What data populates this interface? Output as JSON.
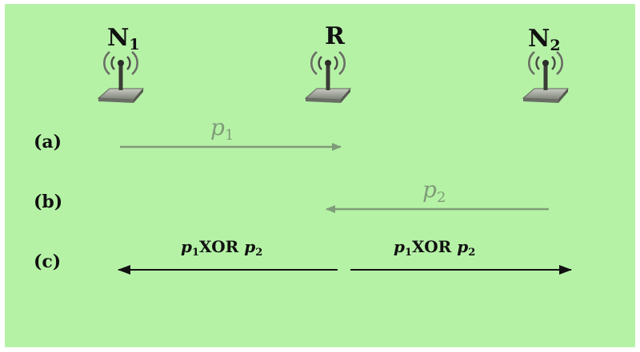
{
  "nodes": {
    "n1": {
      "letter": "N",
      "index": "1"
    },
    "r": {
      "letter": "R"
    },
    "n2": {
      "letter": "N",
      "index": "2"
    }
  },
  "rows": {
    "a": {
      "label": "(a)",
      "packet_symbol": "p",
      "packet_index": "1"
    },
    "b": {
      "label": "(b)",
      "packet_symbol": "p",
      "packet_index": "2"
    },
    "c": {
      "label": "(c)",
      "left": {
        "p1": "p",
        "i1": "1",
        "op": "XOR",
        "p2": "p",
        "i2": "2"
      },
      "right": {
        "p1": "p",
        "i1": "1",
        "op": "XOR",
        "p2": "p",
        "i2": "2"
      }
    }
  },
  "colors": {
    "background": "#b5f2a6",
    "gray_arrow": "#7f9b78",
    "black_arrow": "#111111"
  }
}
